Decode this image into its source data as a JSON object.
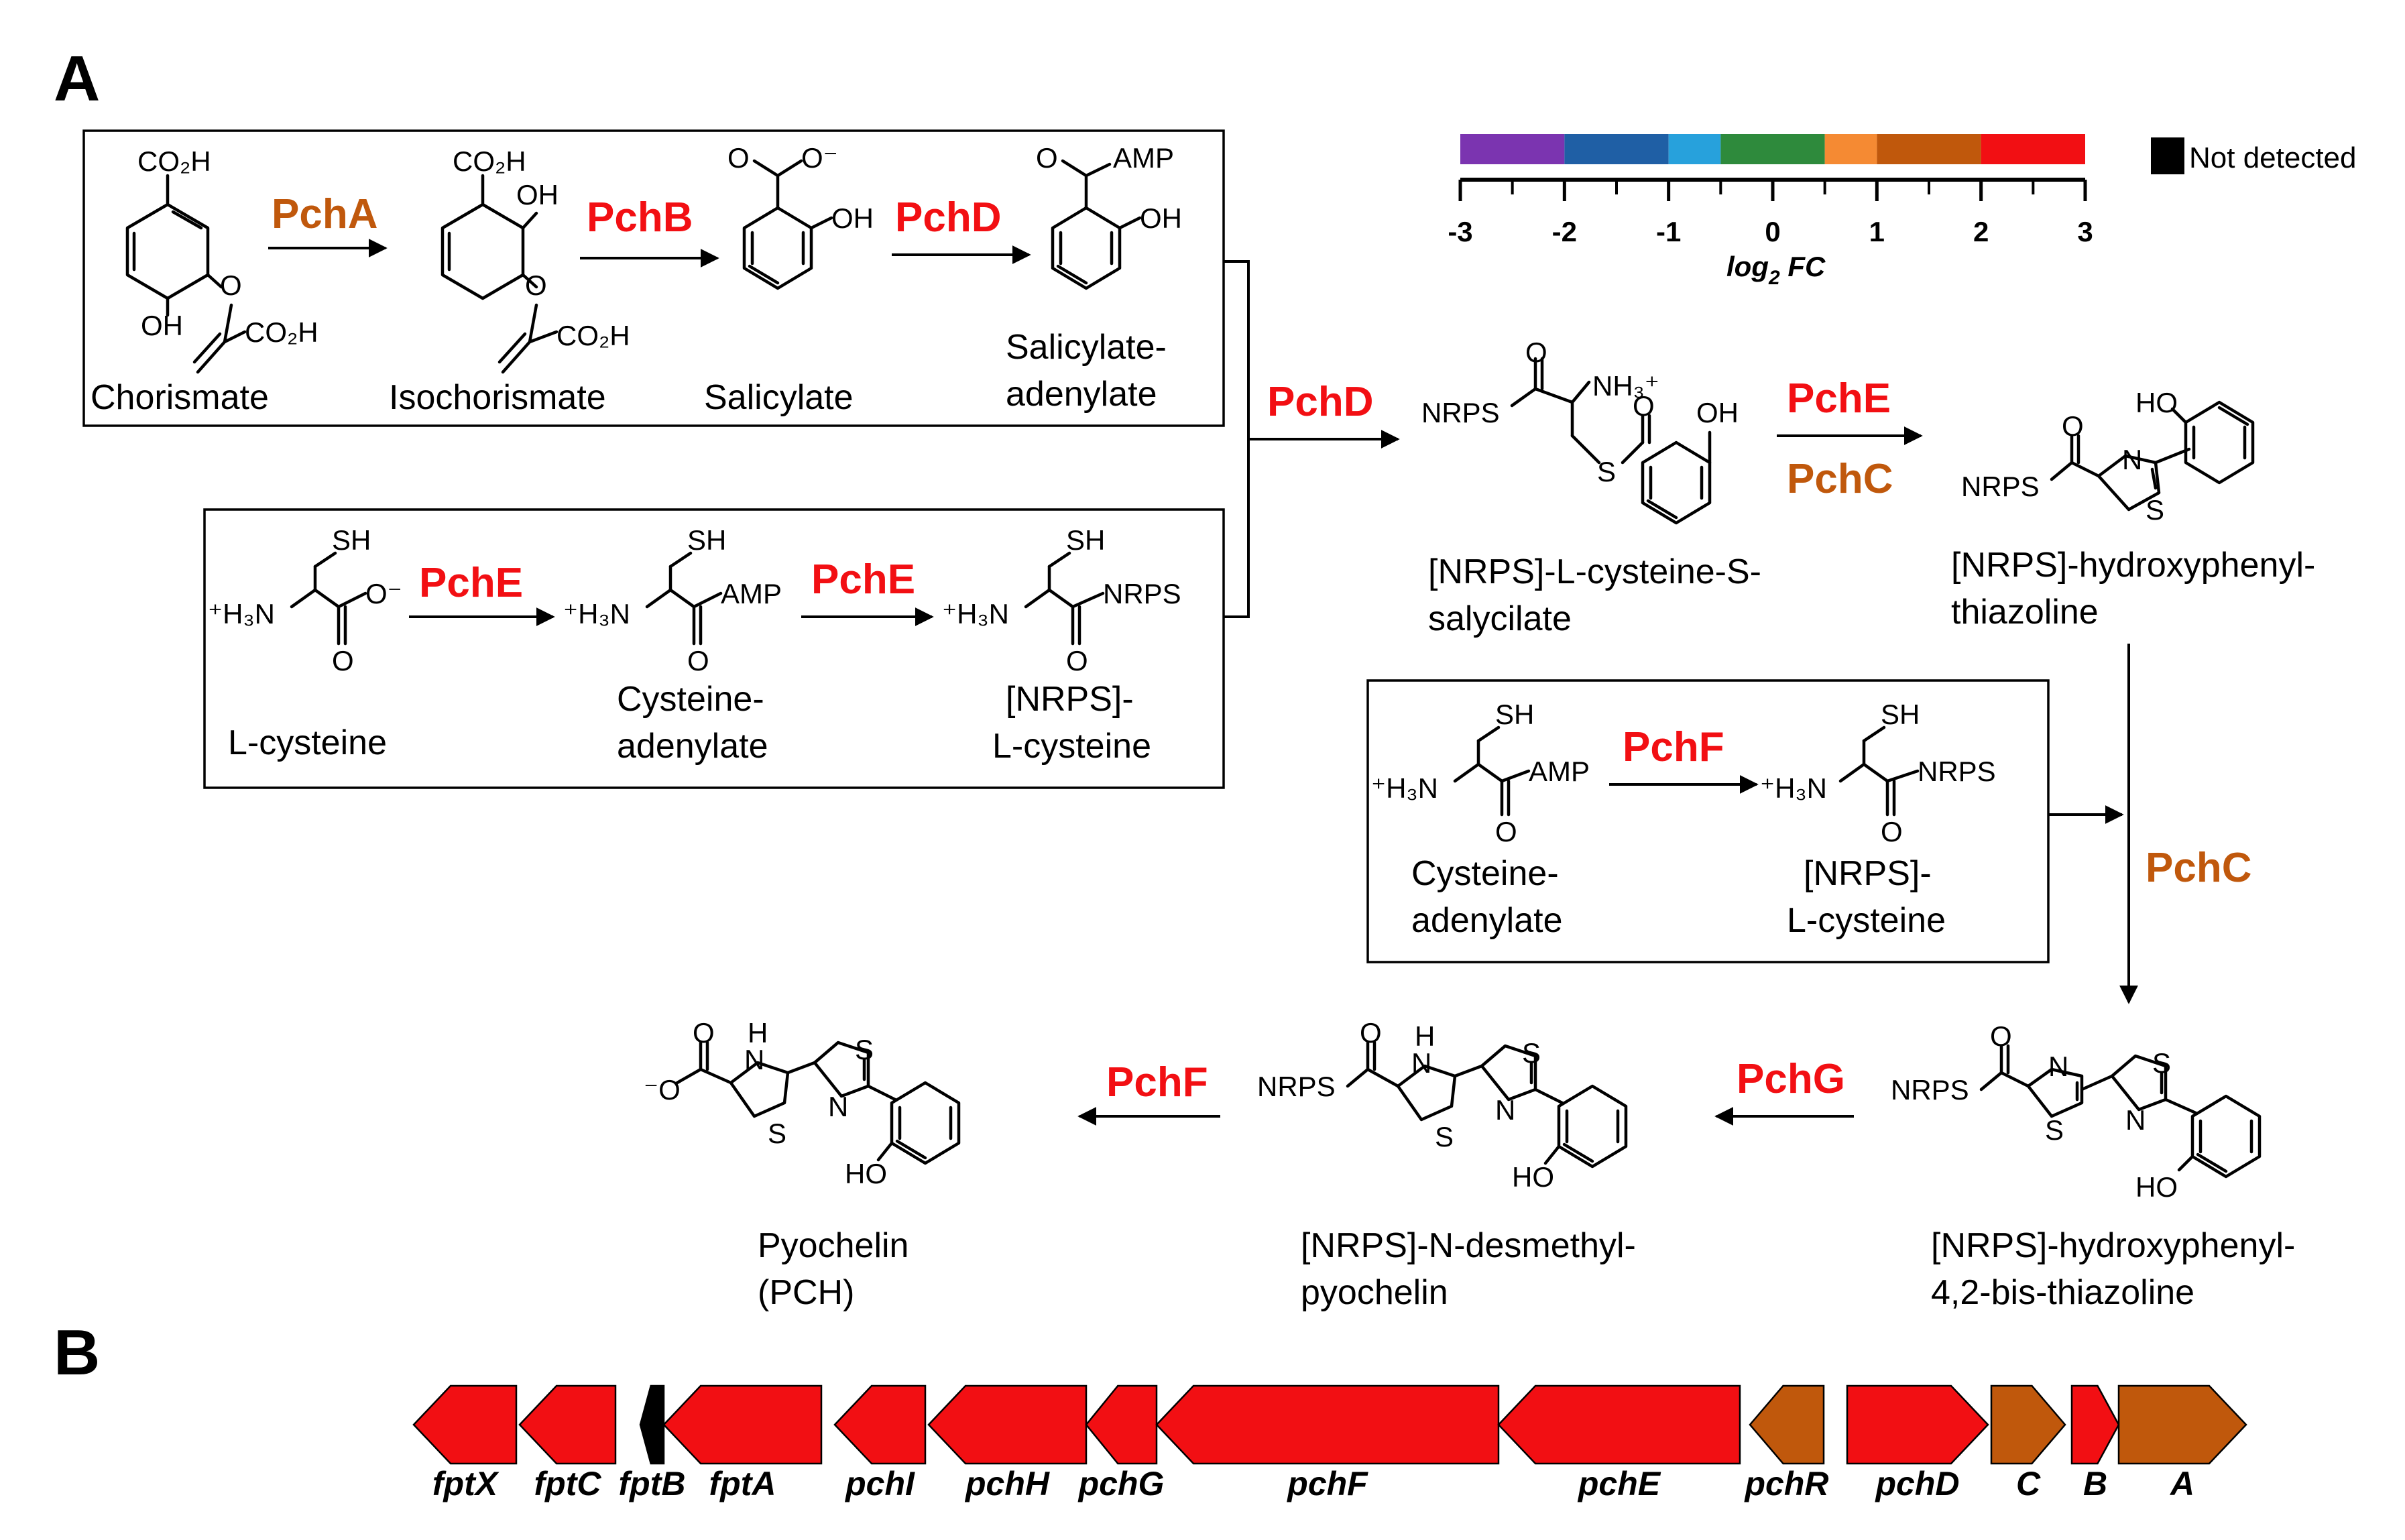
{
  "panels": {
    "a": "A",
    "b": "B"
  },
  "colors": {
    "strong": "#f20f13",
    "moderate": "#c0580c",
    "nd": "#000000"
  },
  "colorbar": {
    "ticks": [
      "-3",
      "-2",
      "-1",
      "0",
      "1",
      "2",
      "3"
    ],
    "label_main": "log",
    "label_sub": "2",
    "label_tail": " FC",
    "not_detected": "Not detected",
    "segments": [
      {
        "from": -3,
        "to": -2,
        "color": "#7b34b0"
      },
      {
        "from": -2,
        "to": -1,
        "color": "#1f5fa5"
      },
      {
        "from": -1,
        "to": -0.5,
        "color": "#27a1dc"
      },
      {
        "from": -0.5,
        "to": 0.5,
        "color": "#2e8a3c"
      },
      {
        "from": 0.5,
        "to": 1,
        "color": "#f58a33"
      },
      {
        "from": 1,
        "to": 2,
        "color": "#c0580c"
      },
      {
        "from": 2,
        "to": 3,
        "color": "#f20f13"
      }
    ]
  },
  "compounds": {
    "chorismate": "Chorismate",
    "isochorismate": "Isochorismate",
    "salicylate": "Salicylate",
    "salad1": "Salicylate-",
    "salad2": "adenylate",
    "lcys": "L-cysteine",
    "cysad1": "Cysteine-",
    "cysad2": "adenylate",
    "nlc1": "[NRPS]-",
    "nlc2": "L-cysteine",
    "ncs1": "[NRPS]-L-cysteine-S-",
    "ncs2": "salycilate",
    "hpt1": "[NRPS]-hydroxyphenyl-",
    "hpt2": "thiazoline",
    "cysad1b": "Cysteine-",
    "cysad2b": "adenylate",
    "nlc1b": "[NRPS]-",
    "nlc2b": "L-cysteine",
    "bis1": "[NRPS]-hydroxyphenyl-",
    "bis2": "4,2-bis-thiazoline",
    "des1": "[NRPS]-N-desmethyl-",
    "des2": "pyochelin",
    "pch1": "Pyochelin",
    "pch2": "(PCH)"
  },
  "enzymes": [
    {
      "id": "e1",
      "label": "PchA",
      "color": "#c0580c"
    },
    {
      "id": "e2",
      "label": "PchB",
      "color": "#f20f13"
    },
    {
      "id": "e3",
      "label": "PchD",
      "color": "#f20f13"
    },
    {
      "id": "e4",
      "label": "PchE",
      "color": "#f20f13"
    },
    {
      "id": "e5",
      "label": "PchE",
      "color": "#f20f13"
    },
    {
      "id": "e6",
      "label": "PchD",
      "color": "#f20f13"
    },
    {
      "id": "e7",
      "label": "PchE",
      "color": "#f20f13"
    },
    {
      "id": "e8",
      "label": "PchC",
      "color": "#c0580c"
    },
    {
      "id": "e9",
      "label": "PchF",
      "color": "#f20f13"
    },
    {
      "id": "e10",
      "label": "PchC",
      "color": "#c0580c"
    },
    {
      "id": "e11",
      "label": "PchG",
      "color": "#f20f13"
    },
    {
      "id": "e12",
      "label": "PchF",
      "color": "#f20f13"
    }
  ],
  "atoms": {
    "co2h": "CO₂H",
    "oh": "OH",
    "o": "O",
    "o_minus": "O⁻",
    "amp": "AMP",
    "sh": "SH",
    "h3n": "⁺H₃N",
    "nrps": "NRPS",
    "nh3": "NH₃⁺",
    "s": "S",
    "n": "N",
    "h": "H",
    "ho": "HO",
    "minus_o": "⁻O"
  },
  "genes": [
    {
      "label": "fptX",
      "level": "strong",
      "dir": "left"
    },
    {
      "label": "fptC",
      "level": "strong",
      "dir": "left"
    },
    {
      "label": "fptB",
      "level": "nd",
      "dir": "left"
    },
    {
      "label": "fptA",
      "level": "strong",
      "dir": "left"
    },
    {
      "label": "pchI",
      "level": "strong",
      "dir": "left"
    },
    {
      "label": "pchH",
      "level": "strong",
      "dir": "left"
    },
    {
      "label": "pchG",
      "level": "strong",
      "dir": "left"
    },
    {
      "label": "pchF",
      "level": "strong",
      "dir": "left"
    },
    {
      "label": "pchE",
      "level": "strong",
      "dir": "left"
    },
    {
      "label": "pchR",
      "level": "moderate",
      "dir": "left"
    },
    {
      "label": "pchD",
      "level": "strong",
      "dir": "right"
    },
    {
      "label": "C",
      "level": "moderate",
      "dir": "right"
    },
    {
      "label": "B",
      "level": "strong",
      "dir": "right"
    },
    {
      "label": "A",
      "level": "moderate",
      "dir": "right"
    }
  ]
}
